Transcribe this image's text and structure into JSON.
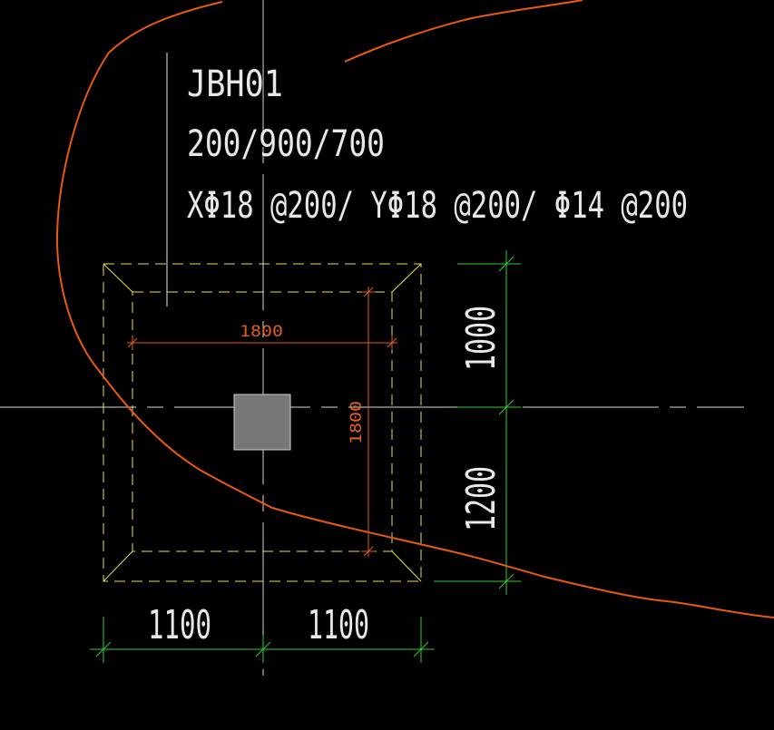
{
  "drawing": {
    "label": {
      "name": "JBH01",
      "dims": "200/900/700",
      "rebar": "XΦ18 @200/ YΦ18 @200/ Φ14 @200"
    },
    "dimensions": {
      "inner_width": "1800",
      "inner_height": "1800",
      "right_upper": "1000",
      "right_lower": "1200",
      "bottom_left": "1100",
      "bottom_right": "1100"
    }
  },
  "colors": {
    "background": "#000000",
    "axis": "#d8d8d8",
    "footing": "#e8e050",
    "dimension_line": "#33cc33",
    "annotation": "#e8e8e8",
    "inner_dimension": "#e06020",
    "contour": "#e85a10",
    "column": "#777777"
  }
}
